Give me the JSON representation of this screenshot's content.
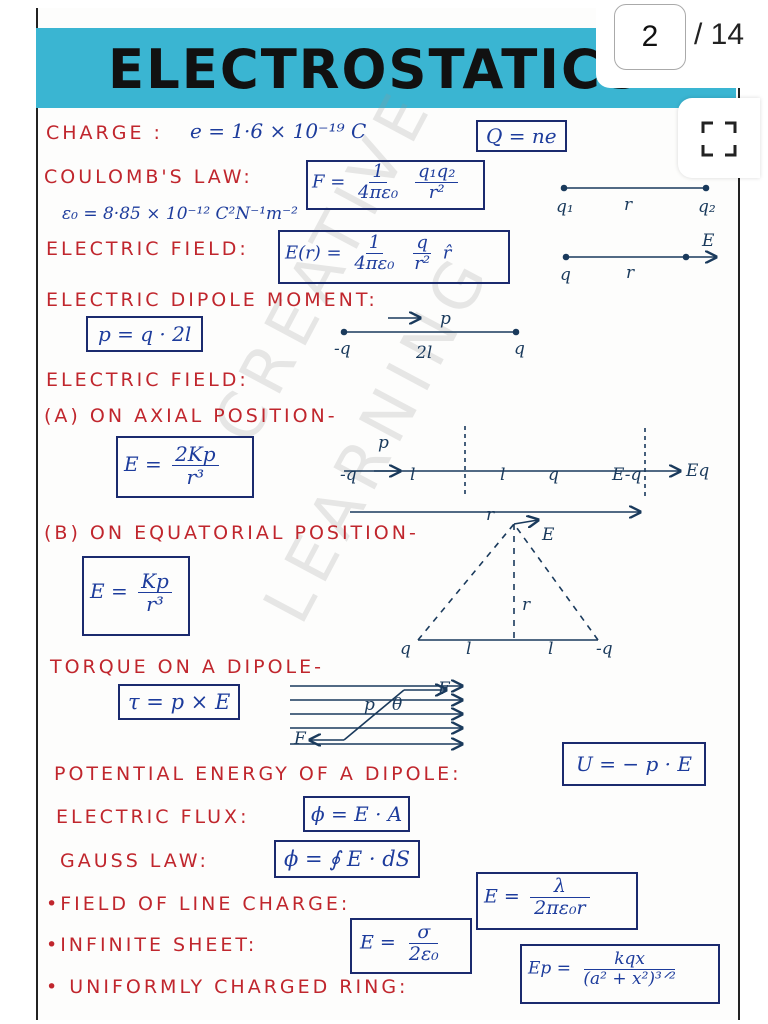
{
  "document": {
    "title": "ELECTROSTATICS",
    "pager": {
      "current": "2",
      "total": "/ 14"
    },
    "watermark": [
      "CREATIVE",
      "LEARNING"
    ]
  },
  "lines": {
    "charge_label": "CHARGE :",
    "charge_value": "e = 1·6 × 10⁻¹⁹ C",
    "charge_box": "Q = ne",
    "coulomb_label": "COULOMB'S LAW:",
    "coulomb_F": "F =",
    "coulomb_num": "1",
    "coulomb_den": "4πε₀",
    "coulomb_qnum": "q₁q₂",
    "coulomb_qden": "r²",
    "epsilon": "ε₀ = 8·85 × 10⁻¹² C²N⁻¹m⁻²",
    "field_label": "ELECTRIC FIELD:",
    "field_E": "E(r) =",
    "field_num": "1",
    "field_den": "4πε₀",
    "field_qnum": "q",
    "field_qden": "r²",
    "field_unit": "r̂",
    "dipole_label": "ELECTRIC DIPOLE MOMENT:",
    "dipole_box": "p = q · 2l",
    "efield_heading": "ELECTRIC FIELD:",
    "axial_label": "(A) ON AXIAL POSITION-",
    "axial_E": "E =",
    "axial_num": "2Kp",
    "axial_den": "r³",
    "equatorial_label": "(B) ON EQUATORIAL POSITION-",
    "equ_E": "E =",
    "equ_num": "Kp",
    "equ_den": "r³",
    "torque_label": "TORQUE ON A DIPOLE-",
    "torque_box": "τ = p × E",
    "pe_label": "POTENTIAL ENERGY OF A DIPOLE:",
    "pe_box": "U = − p · E",
    "flux_label": "ELECTRIC FLUX:",
    "flux_box": "ϕ = E · A",
    "gauss_label": "GAUSS LAW:",
    "gauss_box": "ϕ = ∮ E · dS",
    "line_label": "•FIELD OF LINE CHARGE:",
    "line_E": "E =",
    "line_num": "λ",
    "line_den": "2πε₀r",
    "sheet_label": "•INFINITE SHEET:",
    "sheet_E": "E =",
    "sheet_num": "σ",
    "sheet_den": "2ε₀",
    "ring_label": "• UNIFORMLY CHARGED RING:",
    "ring_E": "Ep =",
    "ring_num": "kqx",
    "ring_den": "(a² + x²)³ᐟ²"
  },
  "diagrams": {
    "coulomb": {
      "q1": "q₁",
      "r": "r",
      "q2": "q₂"
    },
    "field": {
      "q": "q",
      "r": "r",
      "E": "E"
    },
    "dipole": {
      "minus_q": "-q",
      "p": "p",
      "twol": "2l",
      "q": "q"
    },
    "axial": {
      "p": "p",
      "minus_q": "-q",
      "l1": "l",
      "l2": "l",
      "q": "q",
      "Eminus": "E-q",
      "Eq": "Eq",
      "r": "r"
    },
    "equatorial": {
      "E": "E",
      "r": "r",
      "q_left": "q",
      "l1": "l",
      "l2": "l",
      "minus_q": "-q"
    },
    "torque": {
      "F_top": "F",
      "F_bottom": "F",
      "p": "p",
      "theta": "θ"
    }
  },
  "colors": {
    "banner": "#3ab5d2",
    "heading_text": "#c0262d",
    "formula_text": "#1d3c9c",
    "diagram_ink": "#1a6b3a"
  }
}
